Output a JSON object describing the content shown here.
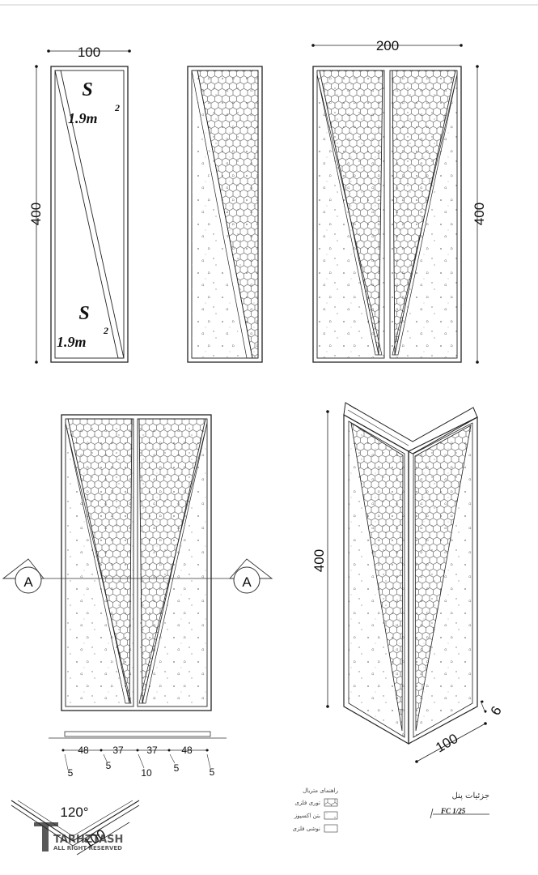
{
  "dimensions": {
    "panel_width": "100",
    "panel_height": "400",
    "pair_width": "200",
    "pair_height": "400",
    "folded_height": "400",
    "folded_base": "100",
    "folded_thickness": "6",
    "angle": "120°",
    "angle_side": "100"
  },
  "area_labels": {
    "symbol": "S",
    "top_value": "1.9m",
    "bottom_value": "1.9m",
    "exponent": "2"
  },
  "section_marker": {
    "letter": "A"
  },
  "section_dims": {
    "top_row": [
      "48",
      "37",
      "37",
      "48"
    ],
    "bottom_row": [
      "5",
      "5",
      "10",
      "5",
      "5"
    ]
  },
  "legend": {
    "title": "راهنمای متریال",
    "items": [
      "توری فلزی",
      "بتن اکسپوز",
      "نوشی فلزی"
    ]
  },
  "title_block": {
    "title": "جزئیات پنل",
    "code": "FC 1/25"
  },
  "watermark": {
    "brand": "TARHZTASH",
    "rights": "ALL RIGHT RESERVED"
  }
}
